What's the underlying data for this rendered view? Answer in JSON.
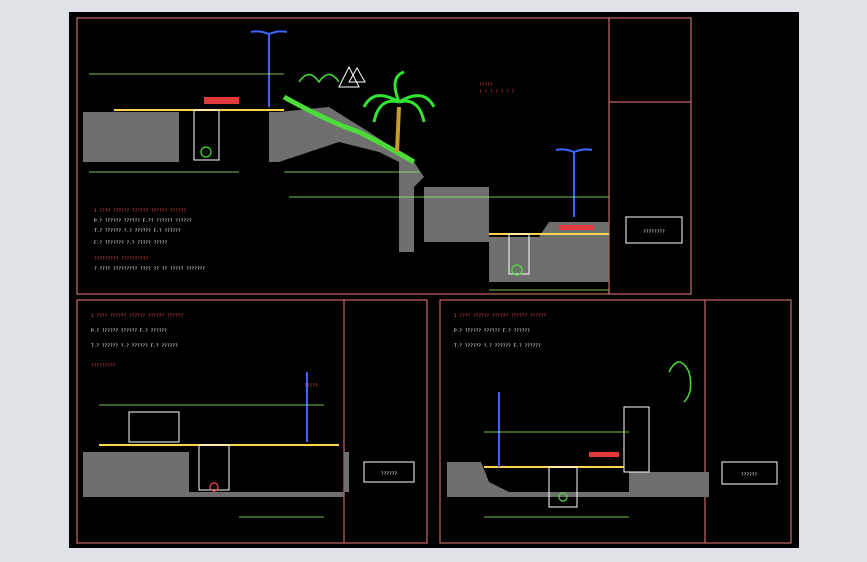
{
  "sheets": [
    {
      "id": "sheet-1",
      "title_block": "????????"
    },
    {
      "id": "sheet-2",
      "title_block": "??????"
    },
    {
      "id": "sheet-3",
      "title_block": "??????"
    }
  ],
  "labels": {
    "section_a": "?????",
    "section_b": "?????",
    "area": "?????????"
  }
}
